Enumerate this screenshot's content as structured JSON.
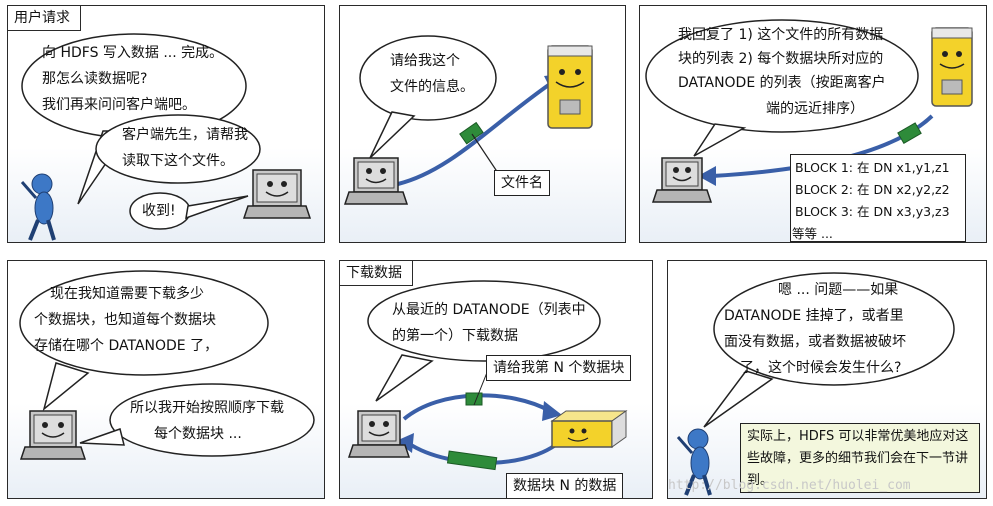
{
  "panel1": {
    "title": "用户请求",
    "bubble_lines": [
      "向 HDFS 写入数据 ... 完成。",
      "那怎么读数据呢?",
      "我们再来问问客户端吧。"
    ],
    "bubble2_lines": [
      "客户端先生，请帮我",
      "读取下这个文件。"
    ],
    "reply": "收到!"
  },
  "panel2": {
    "bubble_lines": [
      "请给我这个",
      "文件的信息。"
    ],
    "label": "文件名"
  },
  "panel3": {
    "bubble_lines": [
      "我回复了 1) 这个文件的所有数据",
      "块的列表 2) 每个数据块所对应的",
      "DATANODE 的列表（按距离客户",
      "端的远近排序）"
    ],
    "block_lines": [
      "BLOCK 1: 在 DN x1,y1,z1",
      "BLOCK 2: 在 DN x2,y2,z2",
      "BLOCK 3: 在 DN x3,y3,z3",
      "等等 ..."
    ]
  },
  "panel4": {
    "bubble_lines": [
      "现在我知道需要下载多少",
      "个数据块，也知道每个数据块",
      "存储在哪个 DATANODE 了，"
    ],
    "bubble2_lines": [
      "所以我开始按照顺序下载",
      "每个数据块 ..."
    ]
  },
  "panel5": {
    "title": "下载数据",
    "bubble_lines": [
      "从最近的 DATANODE（列表中",
      "的第一个）下载数据"
    ],
    "request_label": "请给我第 N 个数据块",
    "data_label": "数据块 N 的数据"
  },
  "panel6": {
    "bubble_lines": [
      "嗯 ... 问题——如果",
      "DATANODE 挂掉了，或者里",
      "面没有数据，或者数据被破坏",
      "了，这个时候会发生什么?"
    ],
    "note": "实际上，HDFS 可以非常优美地应对这些故障，更多的细节我们会在下一节讲到。"
  },
  "watermark": "http://blog.csdn.net/huolei_com",
  "colors": {
    "bubble_stroke": "#222222",
    "arrow": "#3a5fa8",
    "packet": "#2e8b3a",
    "server": "#f3d22a",
    "laptop": "#c9c9c9"
  }
}
